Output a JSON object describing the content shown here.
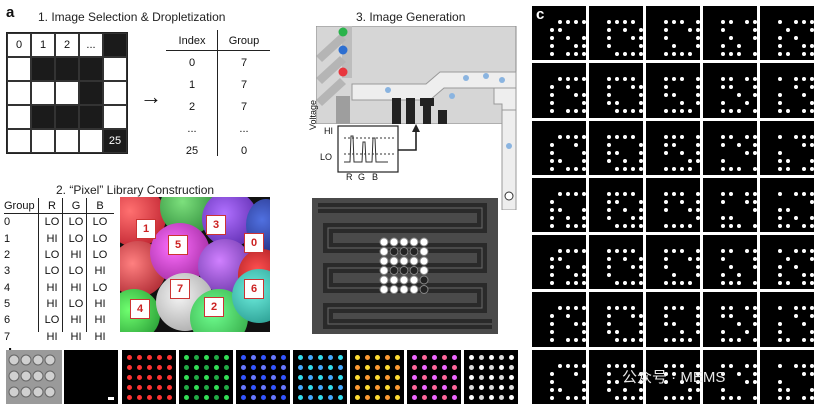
{
  "panels": {
    "a": "a",
    "b": "b",
    "c": "c"
  },
  "captions": {
    "step1": "1. Image Selection & Dropletization",
    "step2": "2. “Pixel” Library Construction",
    "step3": "3. Image Generation"
  },
  "grid_a": {
    "top_labels": [
      "0",
      "1",
      "2",
      "...",
      ""
    ],
    "corner_label": "25",
    "arrow": "→"
  },
  "table_a": {
    "headers": [
      "Index",
      "Group"
    ],
    "rows": [
      [
        "0",
        "7"
      ],
      [
        "1",
        "7"
      ],
      [
        "2",
        "7"
      ],
      [
        "...",
        "..."
      ],
      [
        "25",
        "0"
      ]
    ]
  },
  "table_library": {
    "headers": [
      "Group",
      "R",
      "G",
      "B"
    ],
    "rows": [
      [
        "0",
        "LO",
        "LO",
        "LO"
      ],
      [
        "1",
        "HI",
        "LO",
        "LO"
      ],
      [
        "2",
        "LO",
        "HI",
        "LO"
      ],
      [
        "3",
        "LO",
        "LO",
        "HI"
      ],
      [
        "4",
        "HI",
        "HI",
        "LO"
      ],
      [
        "5",
        "HI",
        "LO",
        "HI"
      ],
      [
        "6",
        "LO",
        "HI",
        "HI"
      ],
      [
        "7",
        "HI",
        "HI",
        "HI"
      ]
    ]
  },
  "bead_labels": [
    "1",
    "3",
    "5",
    "0",
    "7",
    "6",
    "4",
    "2"
  ],
  "inset": {
    "y_label": "Voltage",
    "hi": "HI",
    "lo": "LO",
    "channels": [
      "R",
      "G",
      "B"
    ]
  },
  "watermark": "公众号 · MEMS",
  "colors": {
    "red": "#e8363d",
    "green": "#29b34a",
    "blue": "#2d6fd1",
    "channel_blue": "#8ab4e0",
    "gray": "#d8d8d8"
  }
}
